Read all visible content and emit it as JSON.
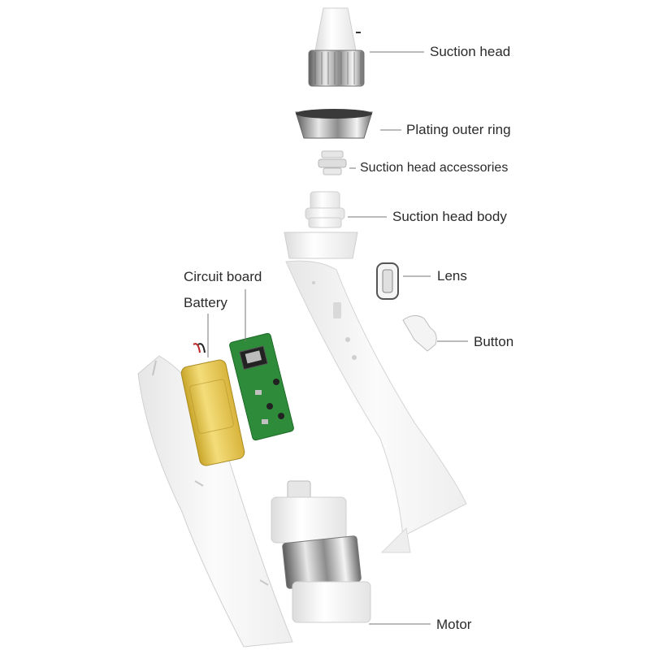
{
  "labels": {
    "suction_head": "Suction head",
    "plating_outer_ring": "Plating outer ring",
    "suction_head_accessories": "Suction head accessories",
    "suction_head_body": "Suction head body",
    "lens": "Lens",
    "button": "Button",
    "circuit_board": "Circuit board",
    "battery": "Battery",
    "motor": "Motor"
  },
  "colors": {
    "background": "#ffffff",
    "text": "#2b2b2b",
    "leader_line": "#777777",
    "housing": "#f2f2f2",
    "pcb": "#2e8b3a",
    "battery": "#e8c64a",
    "chrome": "#9a9a9a"
  }
}
